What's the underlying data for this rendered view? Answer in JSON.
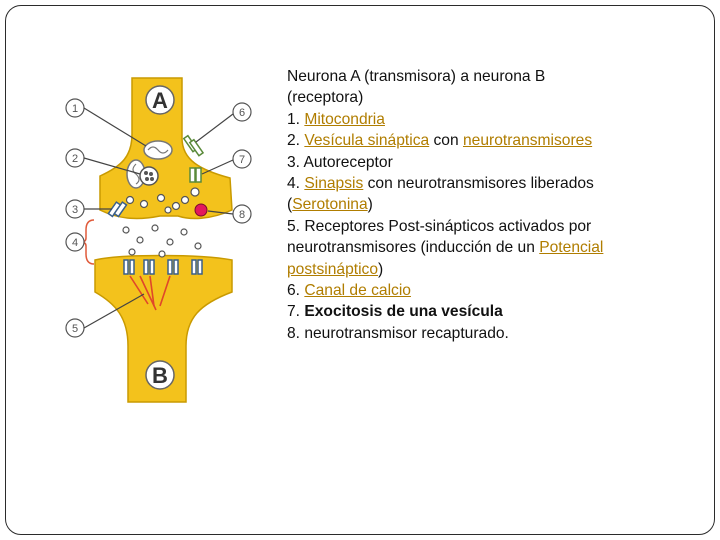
{
  "diagram": {
    "neuron_a_letter": "A",
    "neuron_b_letter": "B",
    "callouts": [
      "1",
      "2",
      "3",
      "4",
      "5",
      "6",
      "7",
      "8"
    ],
    "colors": {
      "neuron_fill": "#f3c21c",
      "neuron_edge": "#c99a00",
      "callout_stroke": "#555555",
      "bracket": "#e05a3a",
      "arrow": "#e0462a",
      "recaptured": "#e3185c"
    }
  },
  "text": {
    "title_line1": "Neurona A (transmisora) a neurona B",
    "title_line2": "(receptora)",
    "item1_num": "1. ",
    "item1_link": "Mitocondria",
    "item2_num": "2. ",
    "item2_link1": "Vesícula sináptica",
    "item2_mid": " con ",
    "item2_link2": "neurotransmisores",
    "item3": "3. Autoreceptor",
    "item4_num": "4. ",
    "item4_link": "Sinapsis",
    "item4_rest": " con neurotransmisores liberados",
    "item4_open": "(",
    "item4_link2": "Serotonina",
    "item4_close": ")",
    "item5_line1": "5. Receptores Post-sinápticos activados por",
    "item5_line2_pre": "neurotransmisores (inducción de un ",
    "item5_link1": "Potencial",
    "item5_link2": "postsináptico",
    "item5_close": ")",
    "item6_num": "6. ",
    "item6_link": "Canal de calcio",
    "item7_num": "7. ",
    "item7_bold": "Exocitosis de una vesícula",
    "item8": "8. neurotransmisor recapturado."
  }
}
